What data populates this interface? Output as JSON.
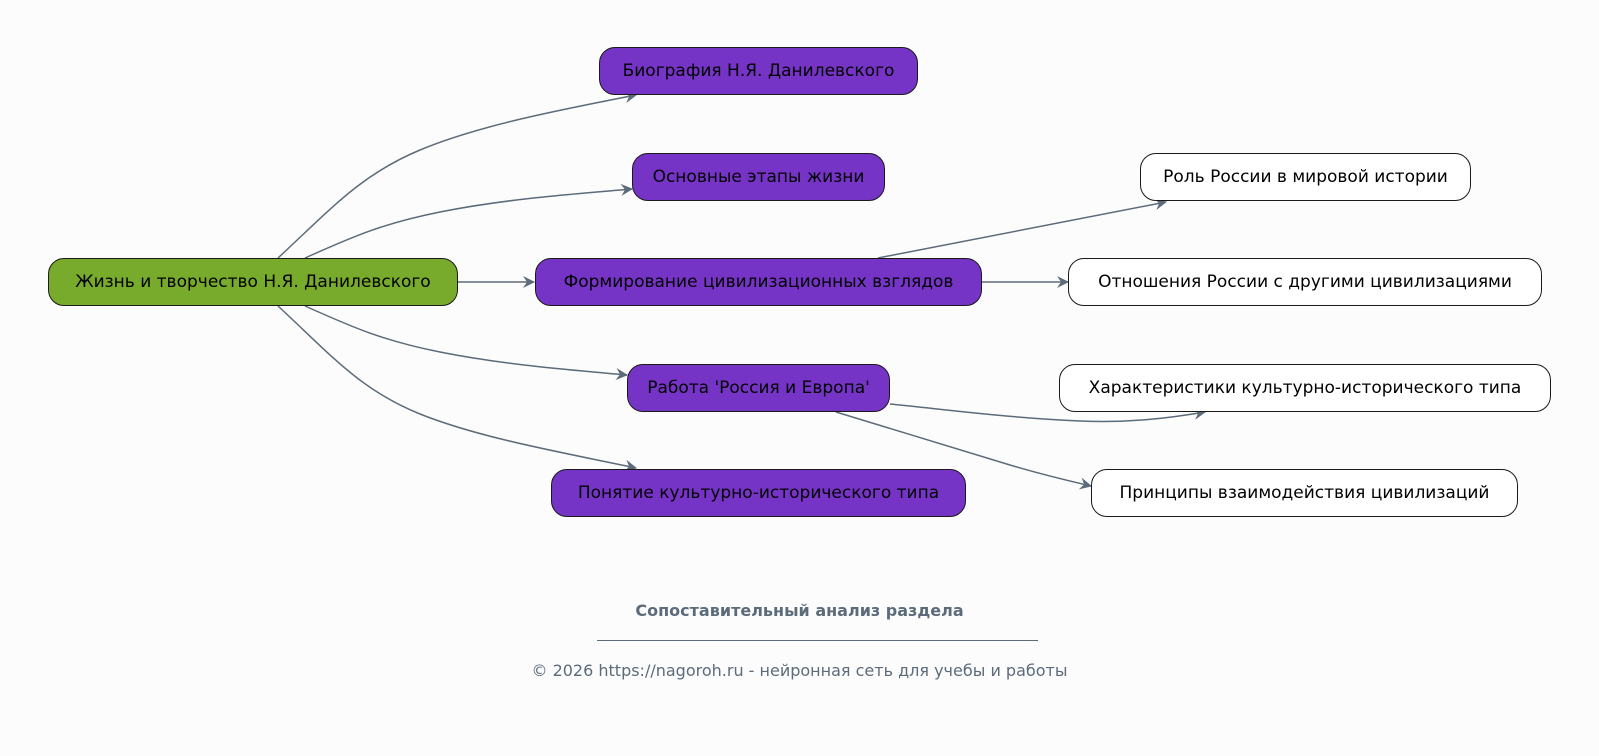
{
  "diagram": {
    "type": "mind-map",
    "colors": {
      "root_fill": "#78aa2b",
      "branch_fill": "#7634c6",
      "leaf_fill": "#ffffff",
      "node_border": "#1a1a1a",
      "edge": "#5c6b7a",
      "background": "#fcfcfd"
    },
    "root": {
      "id": "root",
      "label": "Жизнь и творчество Н.Я. Данилевского"
    },
    "branches": [
      {
        "id": "b1",
        "label": "Биография Н.Я. Данилевского"
      },
      {
        "id": "b2",
        "label": "Основные этапы жизни"
      },
      {
        "id": "b3",
        "label": "Формирование цивилизационных взглядов"
      },
      {
        "id": "b4",
        "label": "Работа 'Россия и Европа'"
      },
      {
        "id": "b5",
        "label": "Понятие культурно-исторического типа"
      }
    ],
    "leaves": [
      {
        "id": "l1",
        "label": "Роль России в мировой истории"
      },
      {
        "id": "l2",
        "label": "Отношения России с другими цивилизациями"
      },
      {
        "id": "l3",
        "label": "Характеристики культурно-исторического типа"
      },
      {
        "id": "l4",
        "label": "Принципы взаимодействия цивилизаций"
      }
    ],
    "edges": [
      {
        "from": "root",
        "to": "b1"
      },
      {
        "from": "root",
        "to": "b2"
      },
      {
        "from": "root",
        "to": "b3"
      },
      {
        "from": "root",
        "to": "b4"
      },
      {
        "from": "root",
        "to": "b5"
      },
      {
        "from": "b3",
        "to": "l1"
      },
      {
        "from": "b3",
        "to": "l2"
      },
      {
        "from": "b4",
        "to": "l3"
      },
      {
        "from": "b4",
        "to": "l4"
      }
    ]
  },
  "footer": {
    "title": "Сопоставительный анализ раздела",
    "copyright": "© 2026 https://nagoroh.ru - нейронная сеть для учебы и работы"
  }
}
